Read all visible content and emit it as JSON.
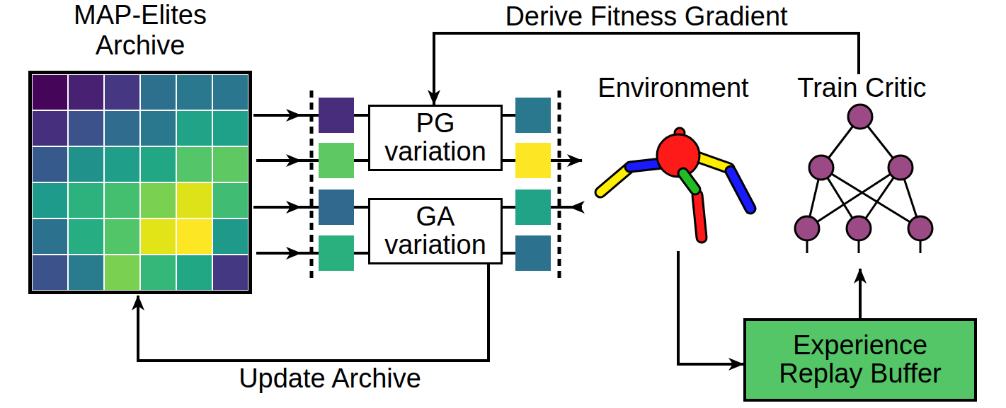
{
  "diagram": {
    "nodes": [
      {
        "text": [
          "MAP-Elites Archive"
        ]
      },
      {
        "text": [
          "PG variation"
        ]
      },
      {
        "text": [
          "GA variation"
        ]
      },
      {
        "text": [
          "Environment"
        ]
      },
      {
        "text": [
          "Train Critic"
        ]
      },
      {
        "text": [
          "Experience Replay Buffer"
        ]
      }
    ],
    "edges": [
      {
        "from": 0,
        "to": 1,
        "arrow": "to"
      },
      {
        "from": 0,
        "to": 2,
        "arrow": "to"
      },
      {
        "from": 1,
        "to": 3,
        "arrow": "to"
      },
      {
        "from": 3,
        "to": 2,
        "arrow": "to"
      },
      {
        "from": 3,
        "to": 5,
        "arrow": "to"
      },
      {
        "from": 5,
        "to": 4,
        "arrow": "to"
      },
      {
        "from": 4,
        "to": 1,
        "arrow": "to",
        "label": "Derive Fitness Gradient"
      },
      {
        "from": 2,
        "to": 0,
        "arrow": "to",
        "label": "Update Archive"
      }
    ]
  }
}
